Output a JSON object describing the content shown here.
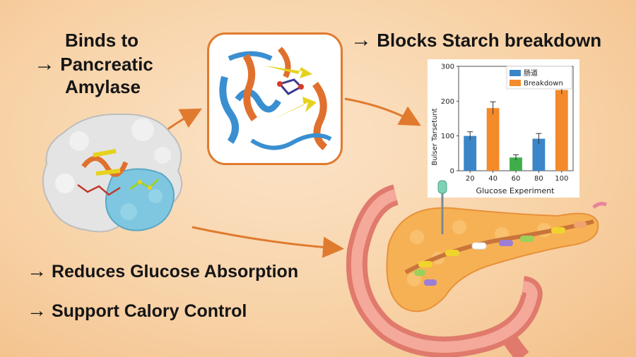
{
  "labels": {
    "binds_line1": "Binds to",
    "binds_line2": "Pancreatic",
    "binds_line3": "Amylase",
    "blocks": "Blocks Starch breakdown",
    "reduces": "Reduces Glucose Absorption",
    "support": "Support Calory Control",
    "arrow_glyph": "→"
  },
  "colors": {
    "background": "#f8d3a8",
    "flow_arrow": "#e07a2f",
    "box_border": "#e07a2f",
    "bar_blue": "#3a86c8",
    "bar_orange": "#f48a2a",
    "bar_green": "#3fae49"
  },
  "icons": {
    "enzyme_surface": "protein-surface-illustration",
    "protein_ribbon": "protein-ribbon-illustration",
    "pancreas": "pancreas-duodenum-illustration"
  },
  "chart_data": {
    "type": "bar",
    "categories": [
      "20",
      "40",
      "60",
      "80",
      "100"
    ],
    "values": [
      100,
      180,
      38,
      92,
      232
    ],
    "errors": [
      12,
      18,
      8,
      15,
      12
    ],
    "bar_colors": [
      "#3a86c8",
      "#f48a2a",
      "#3fae49",
      "#3a86c8",
      "#f48a2a"
    ],
    "title": "",
    "xlabel": "Glucose Experiment",
    "ylabel": "Bulser Tarsetunt",
    "ylim": [
      0,
      300
    ],
    "yticks": [
      0,
      100,
      200,
      300
    ],
    "legend": [
      {
        "name": "肠道",
        "color": "#3a86c8"
      },
      {
        "name": "Breakdown",
        "color": "#f48a2a"
      }
    ],
    "legend_position": "top-right",
    "grid": false
  }
}
